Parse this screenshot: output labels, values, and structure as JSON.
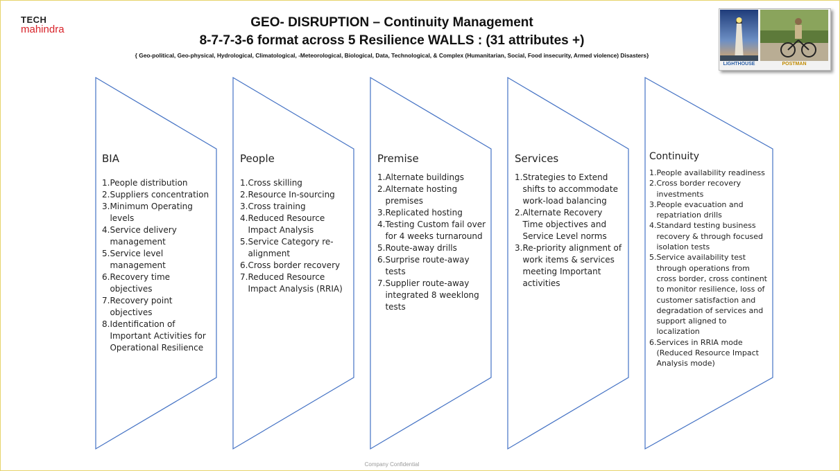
{
  "logo": {
    "line1": "TECH",
    "line2": "mahindra"
  },
  "header": {
    "title": "GEO- DISRUPTION – Continuity Management",
    "subtitle_format": "8-7-7-3-6 format across 5 Resilience WALLS  : (31 attributes +)",
    "disaster_types": "{ Geo-political,  Geo-physical,   Hydrological,  Climatological,  -Meteorological,  Biological,  Data,  Technological,  & Complex (Humanitarian,  Social,  Food insecurity,  Armed violence)  Disasters}"
  },
  "images": {
    "lighthouse_caption": "LIGHTHOUSE",
    "postman_caption": "POSTMAN"
  },
  "walls": [
    {
      "name": "BIA",
      "items": [
        "People distribution",
        "Suppliers concentration",
        "Minimum  Operating levels",
        "Service delivery management",
        "Service level management",
        "Recovery time objectives",
        "Recovery point objectives",
        "Identification of Important Activities for Operational Resilience"
      ]
    },
    {
      "name": "People",
      "items": [
        "Cross skilling",
        "Resource In-sourcing",
        "Cross training",
        "Reduced Resource Impact Analysis",
        "Service Category re-alignment",
        "Cross border recovery",
        "Reduced Resource Impact Analysis (RRIA)"
      ]
    },
    {
      "name": "Premise",
      "items": [
        "Alternate buildings",
        "Alternate hosting premises",
        "Replicated hosting",
        "Testing Custom fail over for 4 weeks turnaround",
        "Route-away drills",
        "Surprise route-away tests",
        "Supplier route-away integrated 8 weeklong tests"
      ]
    },
    {
      "name": "Services",
      "items": [
        "Strategies to Extend shifts to accommodate work-load balancing",
        "Alternate Recovery Time objectives and Service Level norms",
        "Re-priority alignment of work items & services meeting Important activities"
      ]
    },
    {
      "name": "Continuity",
      "items": [
        "People availability readiness",
        "Cross border recovery investments",
        "People evacuation and repatriation drills",
        "Standard testing business recovery & through focused isolation tests",
        "Service availability test through operations from cross border, cross continent to monitor resilience, loss of customer satisfaction and degradation of services and support aligned to localization",
        "Services in RRIA mode (Reduced Resource Impact Analysis mode)"
      ]
    }
  ],
  "numbering": [
    "1.",
    "2.",
    "3.",
    "4.",
    "5.",
    "6.",
    "7.",
    "8."
  ],
  "footer": "Company Confidential",
  "colors": {
    "wall_outline": "#4472c4",
    "frame_border": "#e6d36a",
    "logo_red": "#d8232a"
  }
}
